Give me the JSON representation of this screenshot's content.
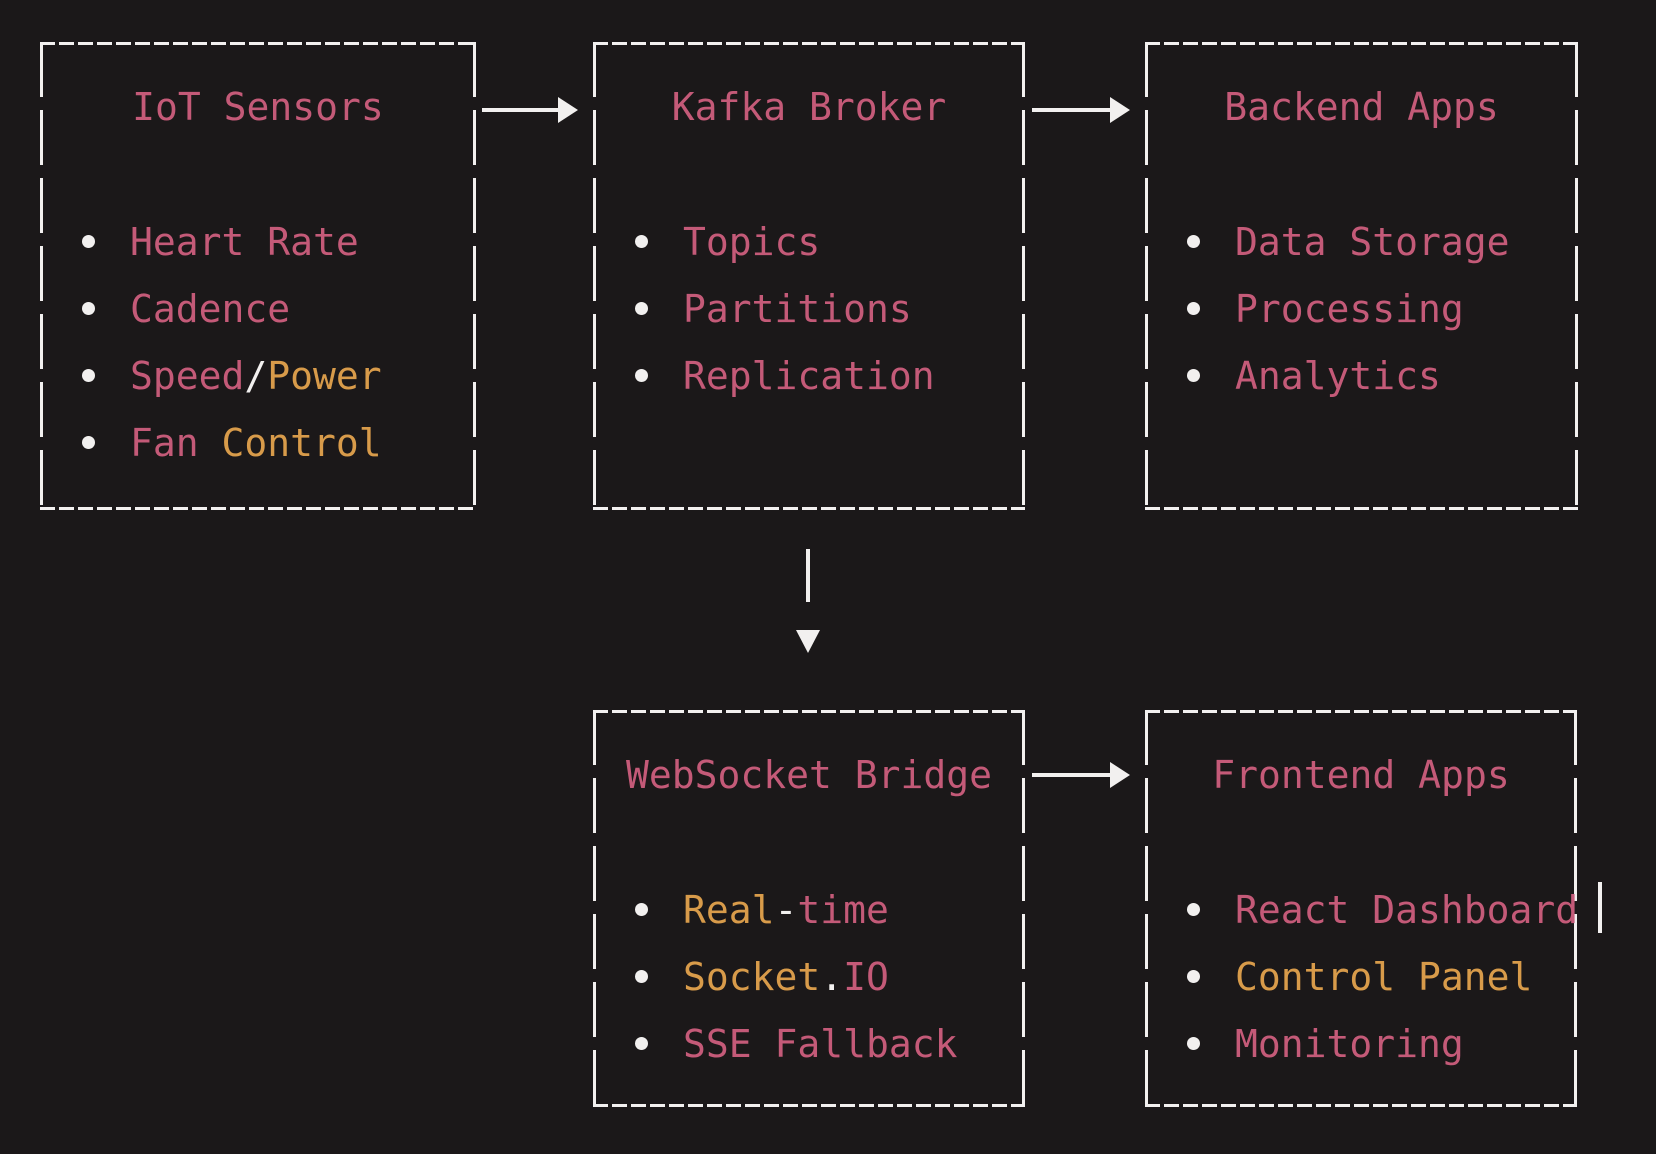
{
  "palette": {
    "background": "#1b1819",
    "white": "#f2f0ef",
    "pink": "#c45a78",
    "orange": "#d89b4a"
  },
  "boxes": [
    {
      "title": "IoT Sensors",
      "title_color": "pink",
      "items": [
        {
          "segments": [
            {
              "text": "Heart Rate",
              "color": "pink"
            }
          ]
        },
        {
          "segments": [
            {
              "text": "Cadence",
              "color": "pink"
            }
          ]
        },
        {
          "segments": [
            {
              "text": "Speed",
              "color": "pink"
            },
            {
              "text": "/",
              "color": "white"
            },
            {
              "text": "Power",
              "color": "orange"
            }
          ]
        },
        {
          "segments": [
            {
              "text": "Fan ",
              "color": "pink"
            },
            {
              "text": "Control",
              "color": "orange"
            }
          ]
        }
      ]
    },
    {
      "title": "Kafka Broker",
      "title_color": "pink",
      "items": [
        {
          "segments": [
            {
              "text": "Topics",
              "color": "pink"
            }
          ]
        },
        {
          "segments": [
            {
              "text": "Partitions",
              "color": "pink"
            }
          ]
        },
        {
          "segments": [
            {
              "text": "Replication",
              "color": "pink"
            }
          ]
        }
      ]
    },
    {
      "title": "Backend Apps",
      "title_color": "pink",
      "items": [
        {
          "segments": [
            {
              "text": "Data Storage",
              "color": "pink"
            }
          ]
        },
        {
          "segments": [
            {
              "text": "Processing",
              "color": "pink"
            }
          ]
        },
        {
          "segments": [
            {
              "text": "Analytics",
              "color": "pink"
            }
          ]
        }
      ]
    },
    {
      "title": "WebSocket Bridge",
      "title_color": "pink",
      "items": [
        {
          "segments": [
            {
              "text": "Real",
              "color": "orange"
            },
            {
              "text": "-",
              "color": "white"
            },
            {
              "text": "time",
              "color": "pink"
            }
          ]
        },
        {
          "segments": [
            {
              "text": "Socket",
              "color": "orange"
            },
            {
              "text": ".",
              "color": "white"
            },
            {
              "text": "IO",
              "color": "pink"
            }
          ]
        },
        {
          "segments": [
            {
              "text": "SSE Fallback",
              "color": "pink"
            }
          ]
        }
      ]
    },
    {
      "title": "Frontend Apps",
      "title_color": "pink",
      "items": [
        {
          "segments": [
            {
              "text": "React Dashboard",
              "color": "pink"
            }
          ]
        },
        {
          "segments": [
            {
              "text": "Control Panel",
              "color": "orange"
            }
          ]
        },
        {
          "segments": [
            {
              "text": "Monitoring",
              "color": "pink"
            }
          ]
        }
      ]
    }
  ]
}
